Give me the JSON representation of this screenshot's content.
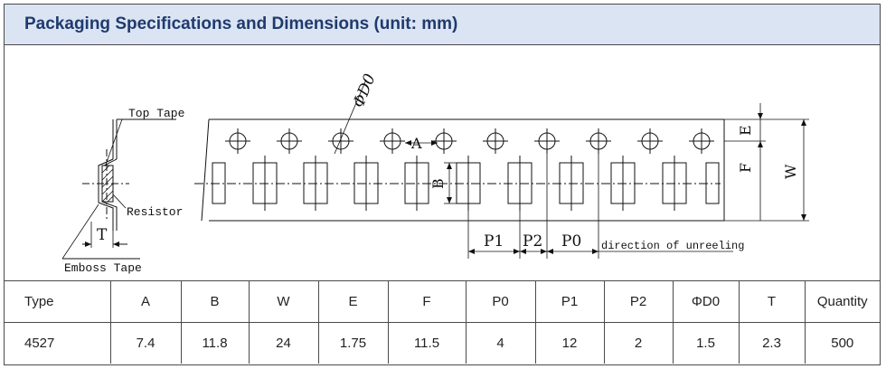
{
  "title": "Packaging Specifications and Dimensions (unit: mm)",
  "drawing": {
    "top_tape": "Top Tape",
    "resistor": "Resistor",
    "emboss_tape": "Emboss Tape",
    "dim_T": "T",
    "dim_D0": "ΦD0",
    "dim_A": "A",
    "dim_B": "B",
    "dim_E": "E",
    "dim_F": "F",
    "dim_W": "W",
    "dim_P1": "P1",
    "dim_P2": "P2",
    "dim_P0": "P0",
    "direction": "direction of unreeling"
  },
  "table": {
    "headers": [
      "Type",
      "A",
      "B",
      "W",
      "E",
      "F",
      "P0",
      "P1",
      "P2",
      "ΦD0",
      "T",
      "Quantity"
    ],
    "rows": [
      [
        "4527",
        "7.4",
        "11.8",
        "24",
        "1.75",
        "11.5",
        "4",
        "12",
        "2",
        "1.5",
        "2.3",
        "500"
      ]
    ]
  }
}
